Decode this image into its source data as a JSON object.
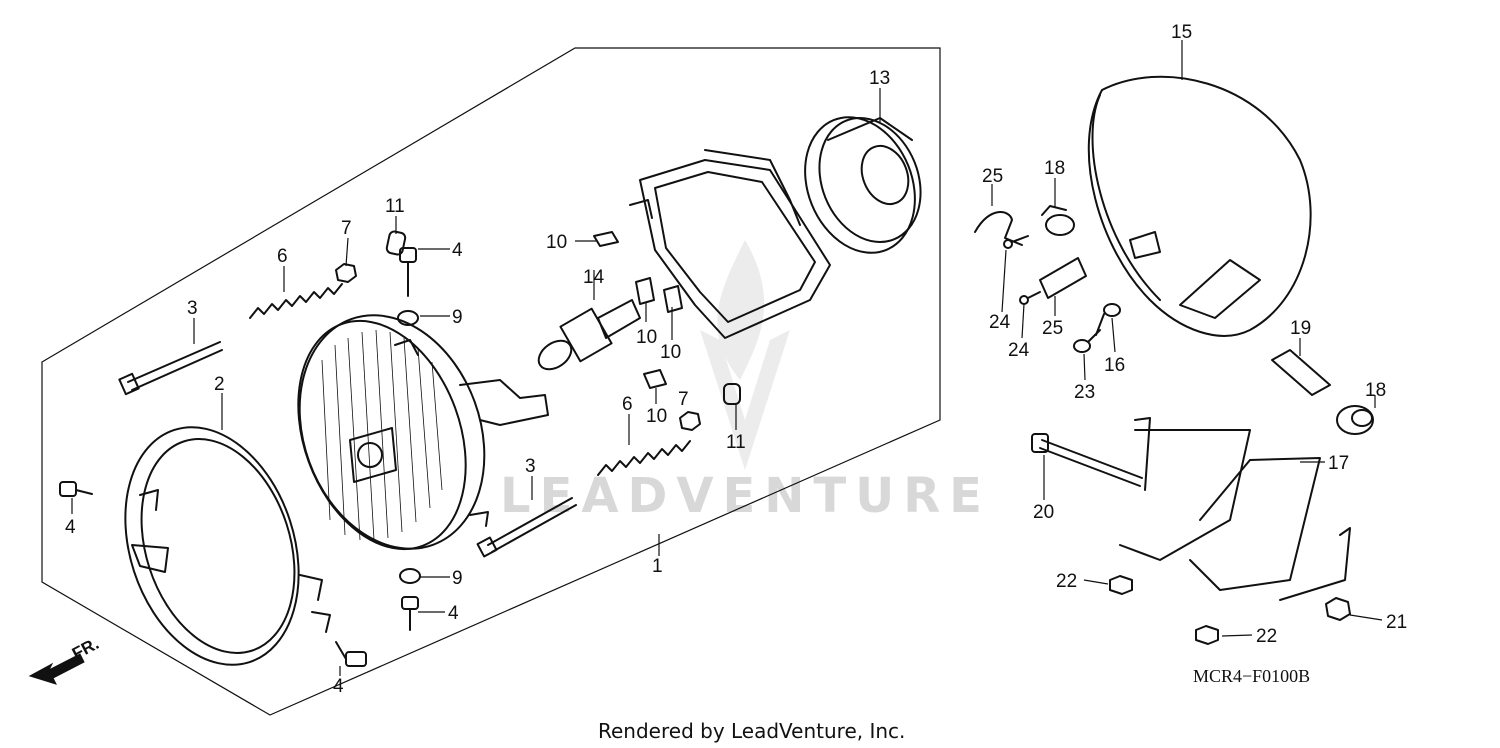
{
  "diagram": {
    "callouts": {
      "c1": "1",
      "c2": "2",
      "c3a": "3",
      "c3b": "3",
      "c4a": "4",
      "c4b": "4",
      "c4c": "4",
      "c4d": "4",
      "c6a": "6",
      "c6b": "6",
      "c7a": "7",
      "c7b": "7",
      "c9a": "9",
      "c9b": "9",
      "c10a": "10",
      "c10b": "10",
      "c10c": "10",
      "c10d": "10",
      "c11a": "11",
      "c11b": "11",
      "c13": "13",
      "c14": "14",
      "c15": "15",
      "c16": "16",
      "c17": "17",
      "c18a": "18",
      "c18b": "18",
      "c19": "19",
      "c20": "20",
      "c21": "21",
      "c22a": "22",
      "c22b": "22",
      "c23": "23",
      "c24a": "24",
      "c24b": "24",
      "c25a": "25",
      "c25b": "25"
    },
    "front_marker": "FR.",
    "diagram_code": "MCR4−F0100B",
    "watermark": "LEADVENTURE",
    "footer": "Rendered by LeadVenture, Inc."
  }
}
